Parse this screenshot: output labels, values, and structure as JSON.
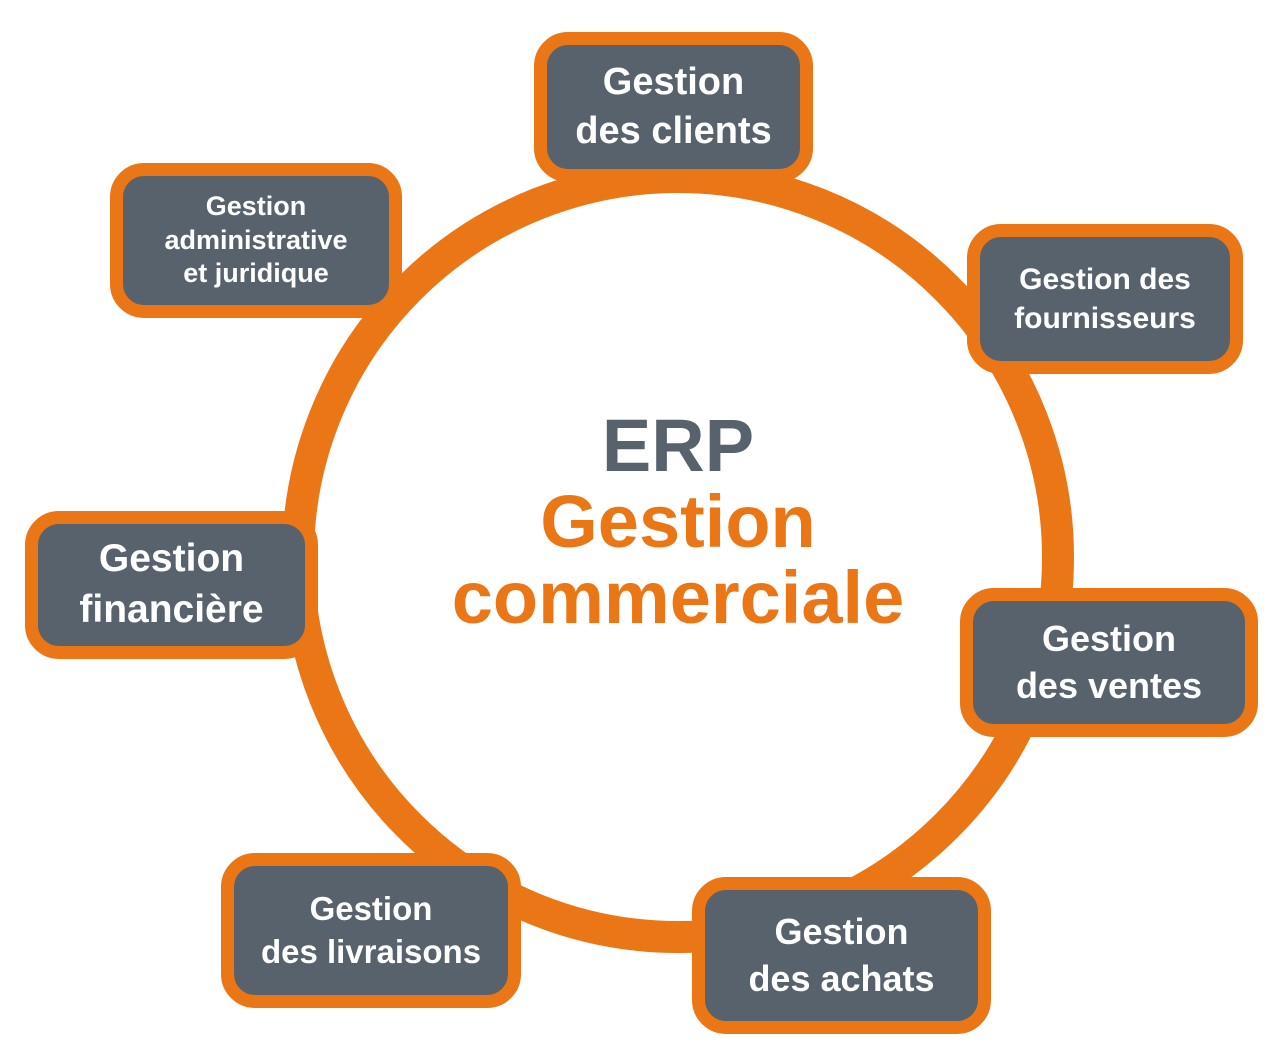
{
  "diagram": {
    "center": {
      "title": "ERP",
      "subtitle_line1": "Gestion",
      "subtitle_line2": "commerciale"
    },
    "nodes": [
      {
        "id": "gestion-des-clients",
        "lines": [
          "Gestion",
          "des clients"
        ]
      },
      {
        "id": "gestion-administrative-et-juridique",
        "lines": [
          "Gestion",
          "administrative",
          "et juridique"
        ]
      },
      {
        "id": "gestion-des-fournisseurs",
        "lines": [
          "Gestion des",
          "fournisseurs"
        ]
      },
      {
        "id": "gestion-des-ventes",
        "lines": [
          "Gestion",
          "des ventes"
        ]
      },
      {
        "id": "gestion-des-achats",
        "lines": [
          "Gestion",
          "des achats"
        ]
      },
      {
        "id": "gestion-des-livraisons",
        "lines": [
          "Gestion",
          "des livraisons"
        ]
      },
      {
        "id": "gestion-financiere",
        "lines": [
          "Gestion",
          "financière"
        ]
      }
    ],
    "colors": {
      "accent_orange": "#EB7616",
      "node_slate_gray": "#57626C",
      "node_text": "#FFFFFF",
      "background": "#FFFFFF"
    }
  }
}
